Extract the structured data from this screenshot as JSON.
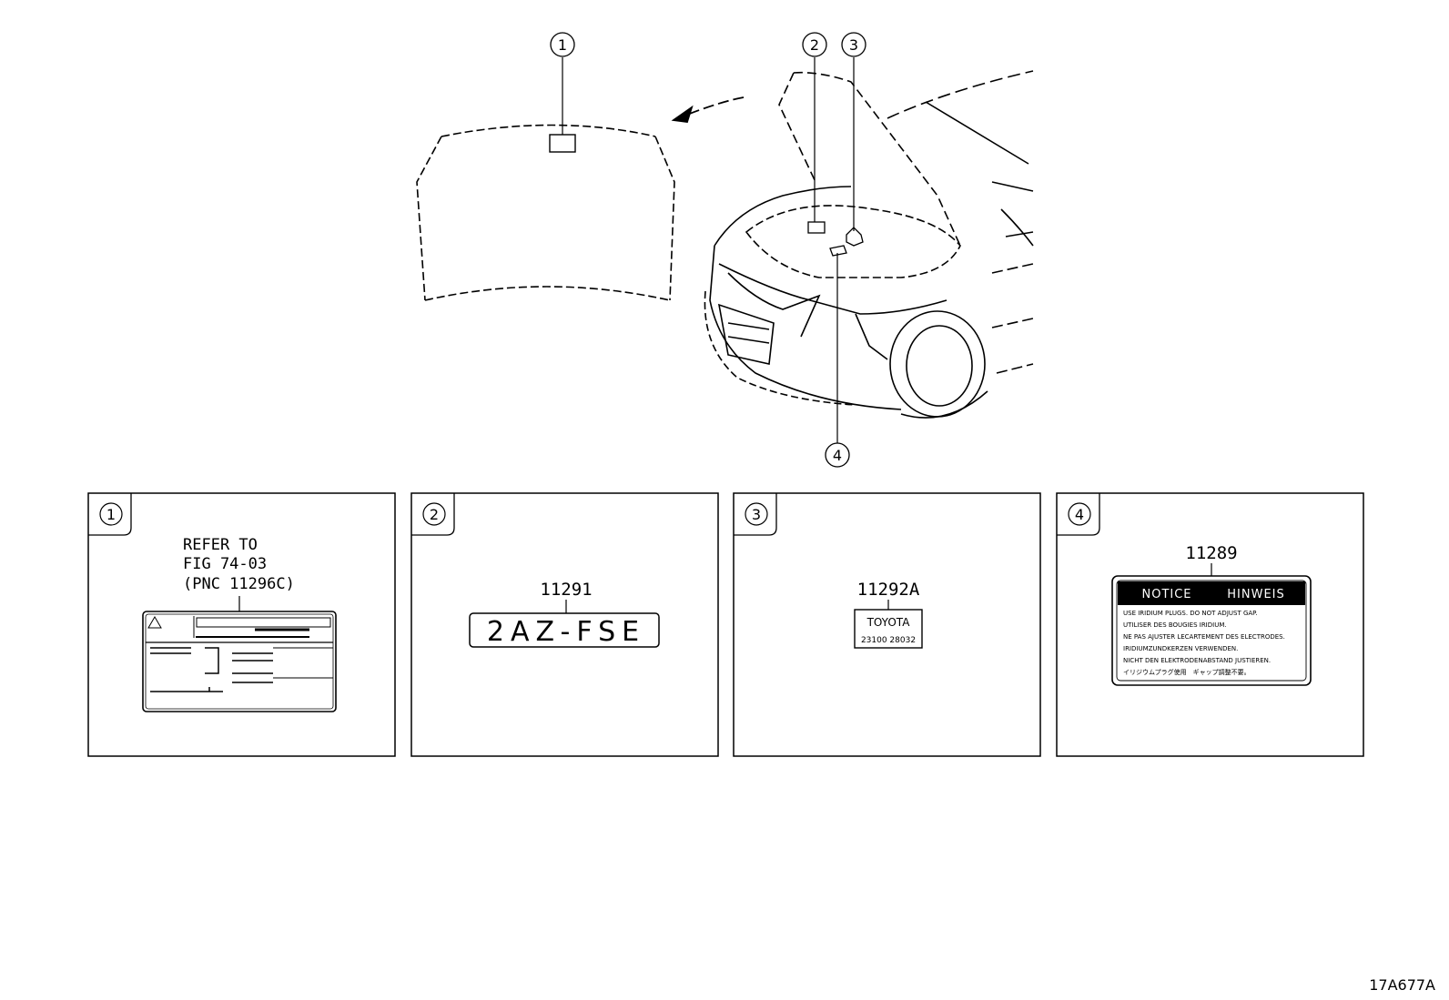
{
  "callouts": [
    "1",
    "2",
    "3",
    "4"
  ],
  "panels": [
    {
      "number": "1",
      "refer_lines": [
        "REFER TO",
        "FIG 74-03",
        "(PNC 11296C)"
      ]
    },
    {
      "number": "2",
      "part_number": "11291",
      "label_text": "2AZ-FSE"
    },
    {
      "number": "3",
      "part_number": "11292A",
      "brand": "TOYOTA",
      "code": "23100 28032"
    },
    {
      "number": "4",
      "part_number": "11289",
      "header_left": "NOTICE",
      "header_right": "HINWEIS",
      "lines": [
        "USE IRIDIUM PLUGS. DO NOT ADJUST GAP.",
        "UTILISER DES BOUGIES IRIDIUM.",
        "NE PAS AJUSTER LECARTEMENT DES ELECTRODES.",
        "IRIDIUMZUNDKERZEN VERWENDEN.",
        "NICHT DEN ELEKTRODENABSTAND JUSTIEREN.",
        "イリジウムプラグ使用　ギャップ調整不要。"
      ]
    }
  ],
  "figure_code": "17A677A"
}
